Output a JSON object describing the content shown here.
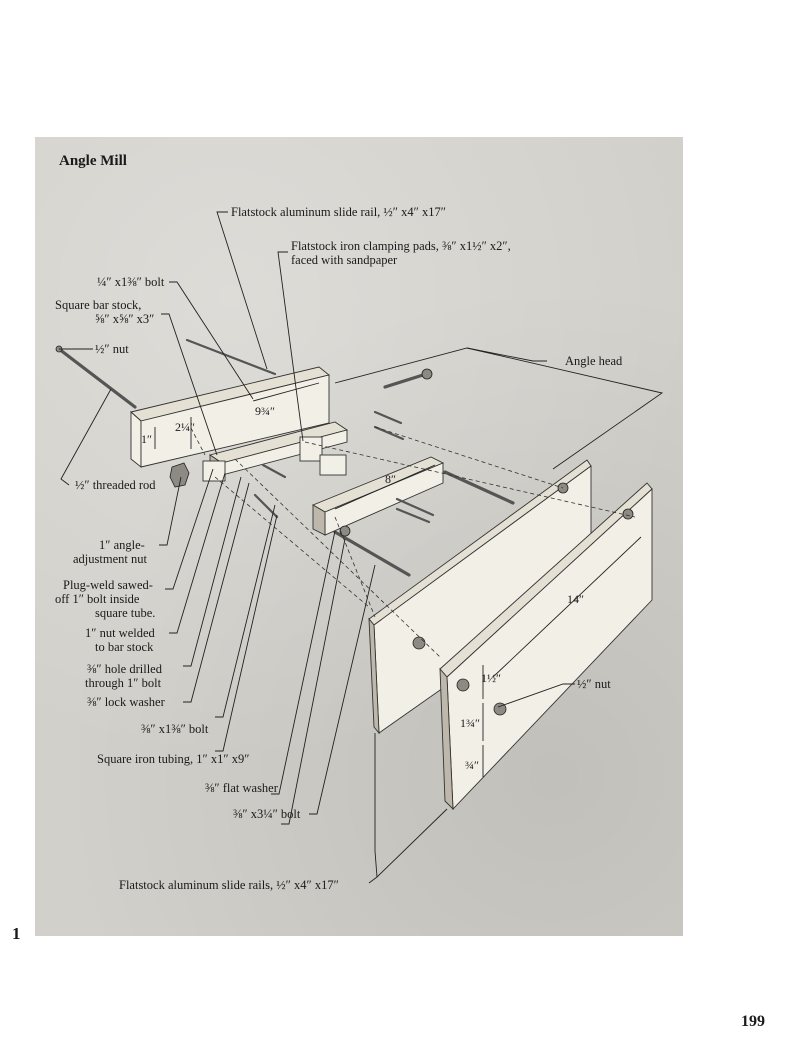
{
  "page_marker": "1",
  "page_number": "199",
  "figure": {
    "title": "Angle Mill",
    "labels": {
      "slide_rail": "Flatstock aluminum slide rail, ½″ x4″ x17″",
      "clamping_pads_1": "Flatstock iron clamping pads, ⅜″ x1½″ x2″,",
      "clamping_pads_2": "faced with sandpaper",
      "bolt_quarter": "¼″ x1⅜″ bolt",
      "bar_stock_1": "Square bar stock,",
      "bar_stock_2": "⅝″ x⅝″ x3″",
      "half_nut_top": "½″ nut",
      "angle_head": "Angle head",
      "threaded_rod": "½″ threaded rod",
      "adj_nut_1": "1″ angle-",
      "adj_nut_2": "adjustment nut",
      "plug_weld_1": "Plug-weld sawed-",
      "plug_weld_2": "off 1″ bolt inside",
      "plug_weld_3": "square tube.",
      "nut_welded_1": "1″ nut welded",
      "nut_welded_2": "to bar stock",
      "hole_1": "⅜″ hole drilled",
      "hole_2": "through 1″ bolt",
      "lock_washer": "⅜″ lock washer",
      "bolt_38_138": "⅜″ x1⅜″ bolt",
      "tubing": "Square iron tubing, 1″ x1″ x9″",
      "flat_washer": "⅜″ flat washer",
      "bolt_38_314": "⅜″ x3¼″ bolt",
      "half_nut_right": "½″ nut",
      "slide_rails": "Flatstock aluminum slide rails, ½″ x4″ x17″"
    },
    "dimensions": {
      "d_9_3_4": "9¾″",
      "d_2_1_4": "2¼″",
      "d_1": "1″",
      "d_8": "8″",
      "d_14": "14″",
      "d_1_1_2": "1½″",
      "d_1_3_4": "1¾″",
      "d_3_4": "¾″"
    }
  }
}
